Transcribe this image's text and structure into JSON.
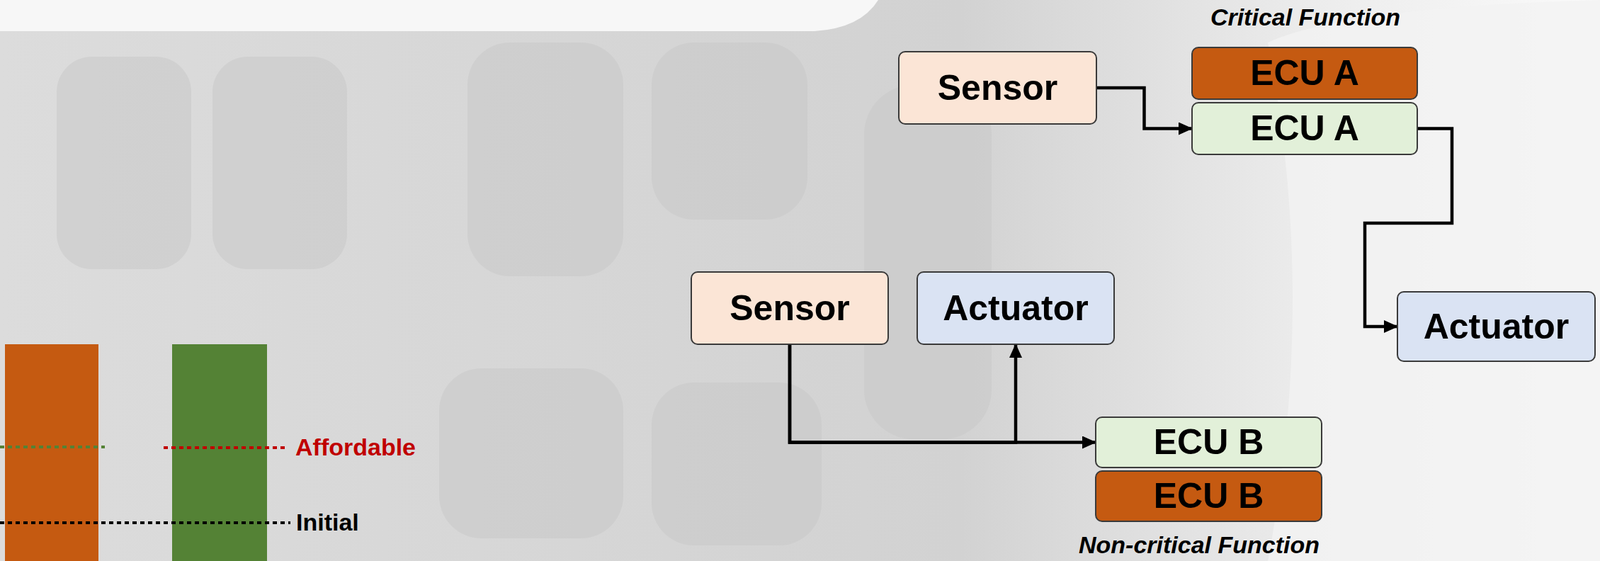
{
  "diagram": {
    "nodes": [
      {
        "text": [
          "Sensor"
        ]
      },
      {
        "text": [
          "ECU A"
        ]
      },
      {
        "text": [
          "ECU A"
        ]
      },
      {
        "text": [
          "Actuator"
        ]
      },
      {
        "text": [
          "Sensor"
        ]
      },
      {
        "text": [
          "Actuator"
        ]
      },
      {
        "text": [
          "ECU B"
        ]
      },
      {
        "text": [
          "ECU B"
        ]
      }
    ],
    "edges": [
      {
        "from": 0,
        "to": 2,
        "arrow": "to"
      },
      {
        "from": 2,
        "to": 3,
        "arrow": "to"
      },
      {
        "from": 4,
        "to": 6,
        "arrow": "to"
      },
      {
        "from": 4,
        "to": 5,
        "arrow": "to"
      }
    ],
    "labels": [
      "Critical Function",
      "Non-critical Function",
      "Affordable",
      "Initial"
    ]
  }
}
